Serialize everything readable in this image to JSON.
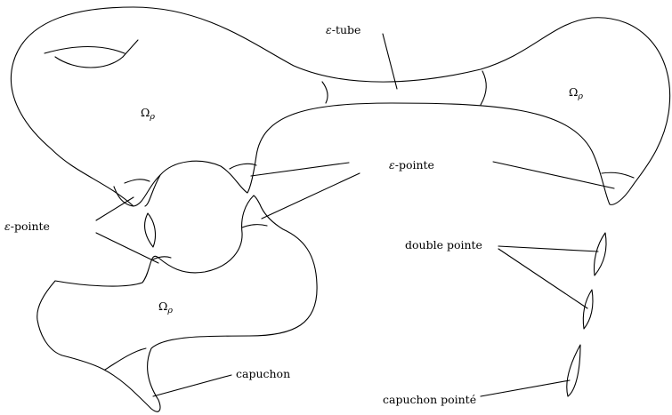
{
  "labels": {
    "omega_top_left": "Ω",
    "omega_top_right": "Ω",
    "omega_bottom": "Ω",
    "omega_subscript": "ρ",
    "epsilon_symbol": "ε",
    "tube_suffix": "-tube",
    "pointe_suffix_top": "-pointe",
    "pointe_suffix_left": "-pointe",
    "double_pointe": "double pointe",
    "capuchon": "capuchon",
    "capuchon_pointe": "capuchon pointé"
  }
}
